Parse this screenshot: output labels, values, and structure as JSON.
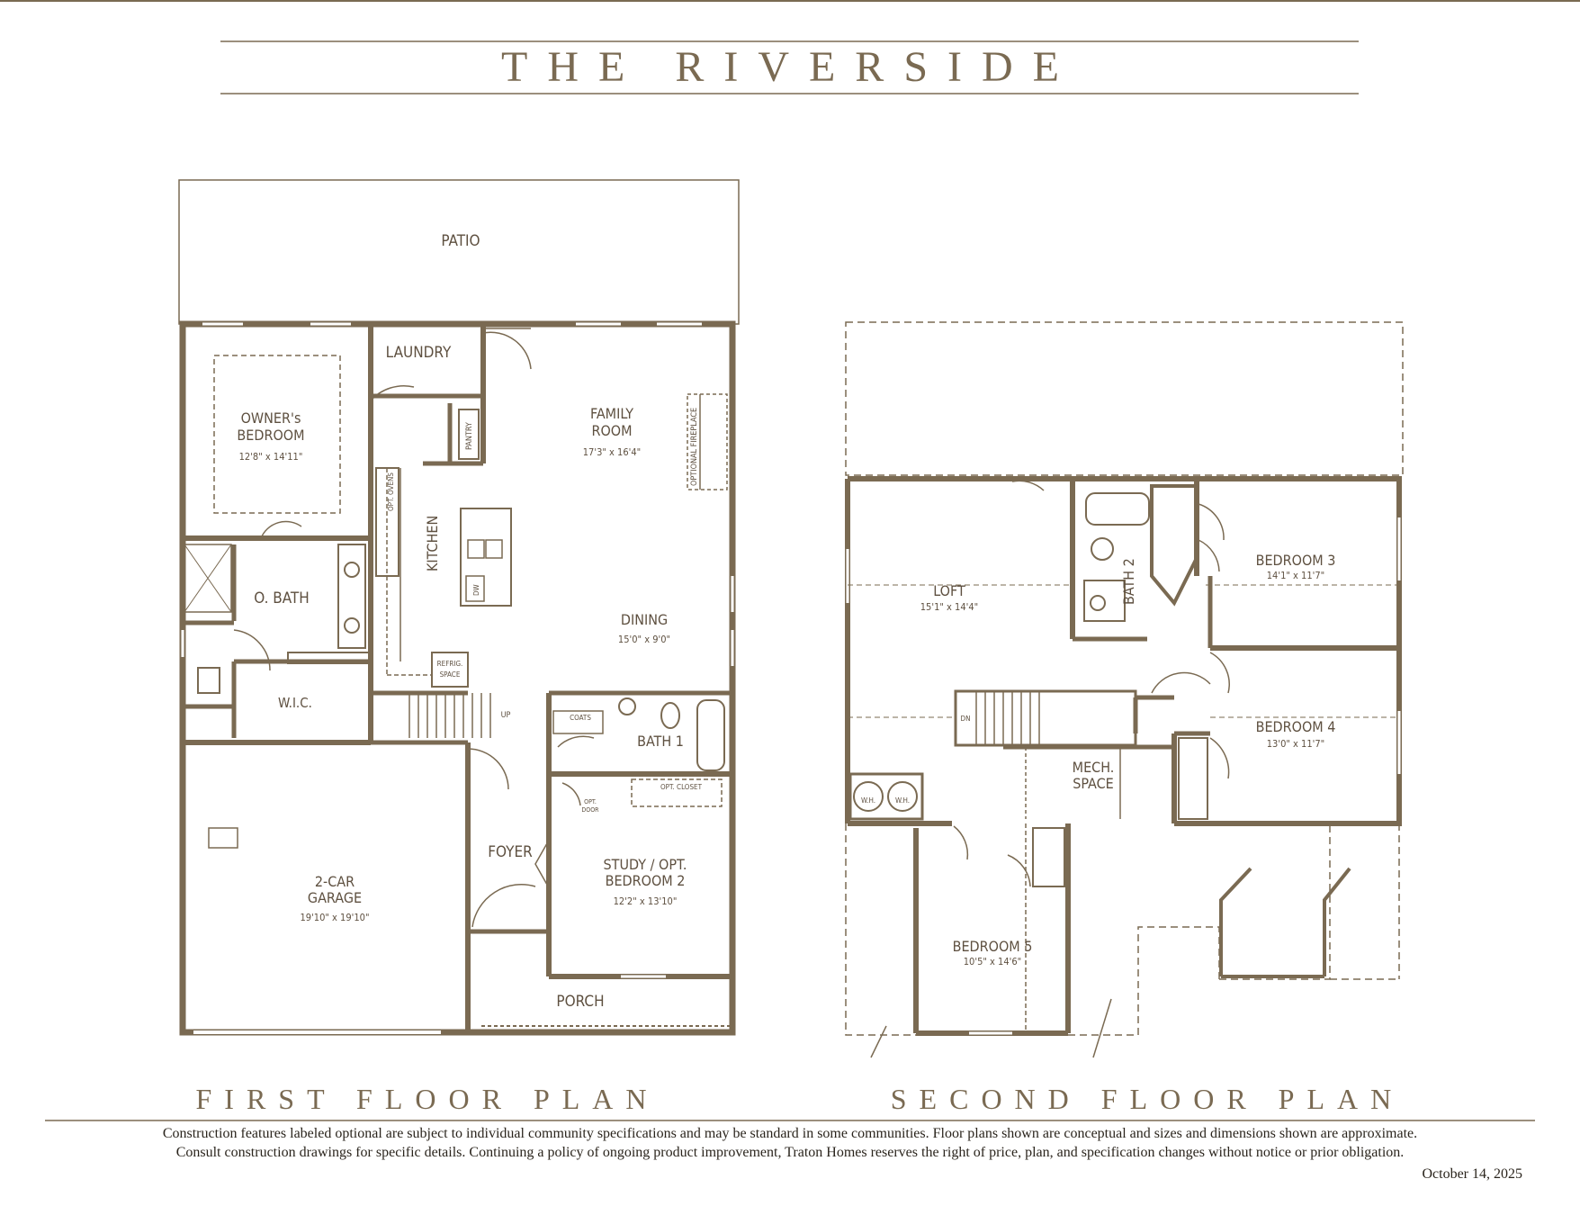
{
  "title": "THE RIVERSIDE",
  "plans": {
    "first_floor_label": "FIRST FLOOR PLAN",
    "second_floor_label": "SECOND FLOOR PLAN"
  },
  "first_floor": {
    "patio": "PATIO",
    "laundry": "LAUNDRY",
    "owners_bedroom": {
      "name_line1": "OWNER's",
      "name_line2": "BEDROOM",
      "size": "12'8\" x 14'11\""
    },
    "family_room": {
      "name_line1": "FAMILY",
      "name_line2": "ROOM",
      "size": "17'3\" x 16'4\""
    },
    "optional_fireplace": "OPTIONAL FIREPLACE",
    "pantry": "PANTRY",
    "opt_ovens": "OPT. OVENS",
    "kitchen": "KITCHEN",
    "dw": "DW",
    "o_bath": "O. BATH",
    "dining": {
      "name": "DINING",
      "size": "15'0\" x 9'0\""
    },
    "refrig_space": {
      "line1": "REFRIG.",
      "line2": "SPACE"
    },
    "wic": "W.I.C.",
    "up": "UP",
    "coats": "COATS",
    "bath1": "BATH 1",
    "opt_closet": "OPT. CLOSET",
    "opt_door": {
      "line1": "OPT.",
      "line2": "DOOR"
    },
    "foyer": "FOYER",
    "study": {
      "line1": "STUDY / OPT.",
      "line2": "BEDROOM 2",
      "size": "12'2\" x 13'10\""
    },
    "garage": {
      "line1": "2-CAR",
      "line2": "GARAGE",
      "size": "19'10\" x 19'10\""
    },
    "porch": "PORCH"
  },
  "second_floor": {
    "loft": {
      "name": "LOFT",
      "size": "15'1\" x 14'4\""
    },
    "bath2": "BATH 2",
    "bedroom3": {
      "name": "BEDROOM 3",
      "size": "14'1\" x 11'7\""
    },
    "bedroom4": {
      "name": "BEDROOM 4",
      "size": "13'0\" x 11'7\""
    },
    "dn": "DN",
    "mech_space": {
      "line1": "MECH.",
      "line2": "SPACE"
    },
    "wh": "W.H.",
    "bedroom5": {
      "name": "BEDROOM 5",
      "size": "10'5\" x 14'6\""
    }
  },
  "disclaimer": {
    "line1": "Construction features labeled optional are subject to individual community specifications and may be standard in some communities.  Floor plans shown are conceptual and sizes and dimensions shown are approximate.",
    "line2": "Consult construction drawings for specific details. Continuing a policy of ongoing product improvement, Traton Homes reserves the right of price, plan, and specification changes without notice or prior obligation.",
    "date": "October 14, 2025"
  },
  "colors": {
    "wall": "#7a6a52",
    "title": "#7a6a52",
    "text": "#2a241c"
  }
}
